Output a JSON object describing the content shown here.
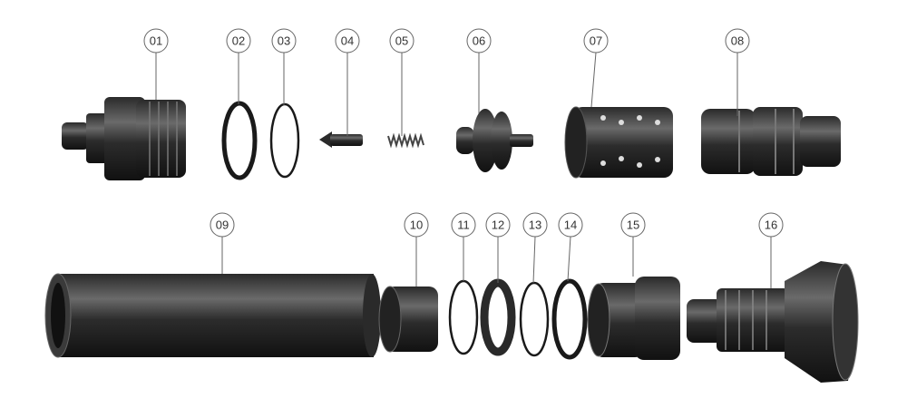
{
  "diagram": {
    "type": "exploded-parts-view",
    "callouts": [
      "01",
      "02",
      "03",
      "04",
      "05",
      "06",
      "07",
      "08",
      "09",
      "10",
      "11",
      "12",
      "13",
      "14",
      "15",
      "16"
    ]
  },
  "colors": {
    "part_dark": "#1e1e1e",
    "part_mid": "#4a4a4a",
    "part_light": "#8a8a8a",
    "callout_stroke": "#666666"
  }
}
